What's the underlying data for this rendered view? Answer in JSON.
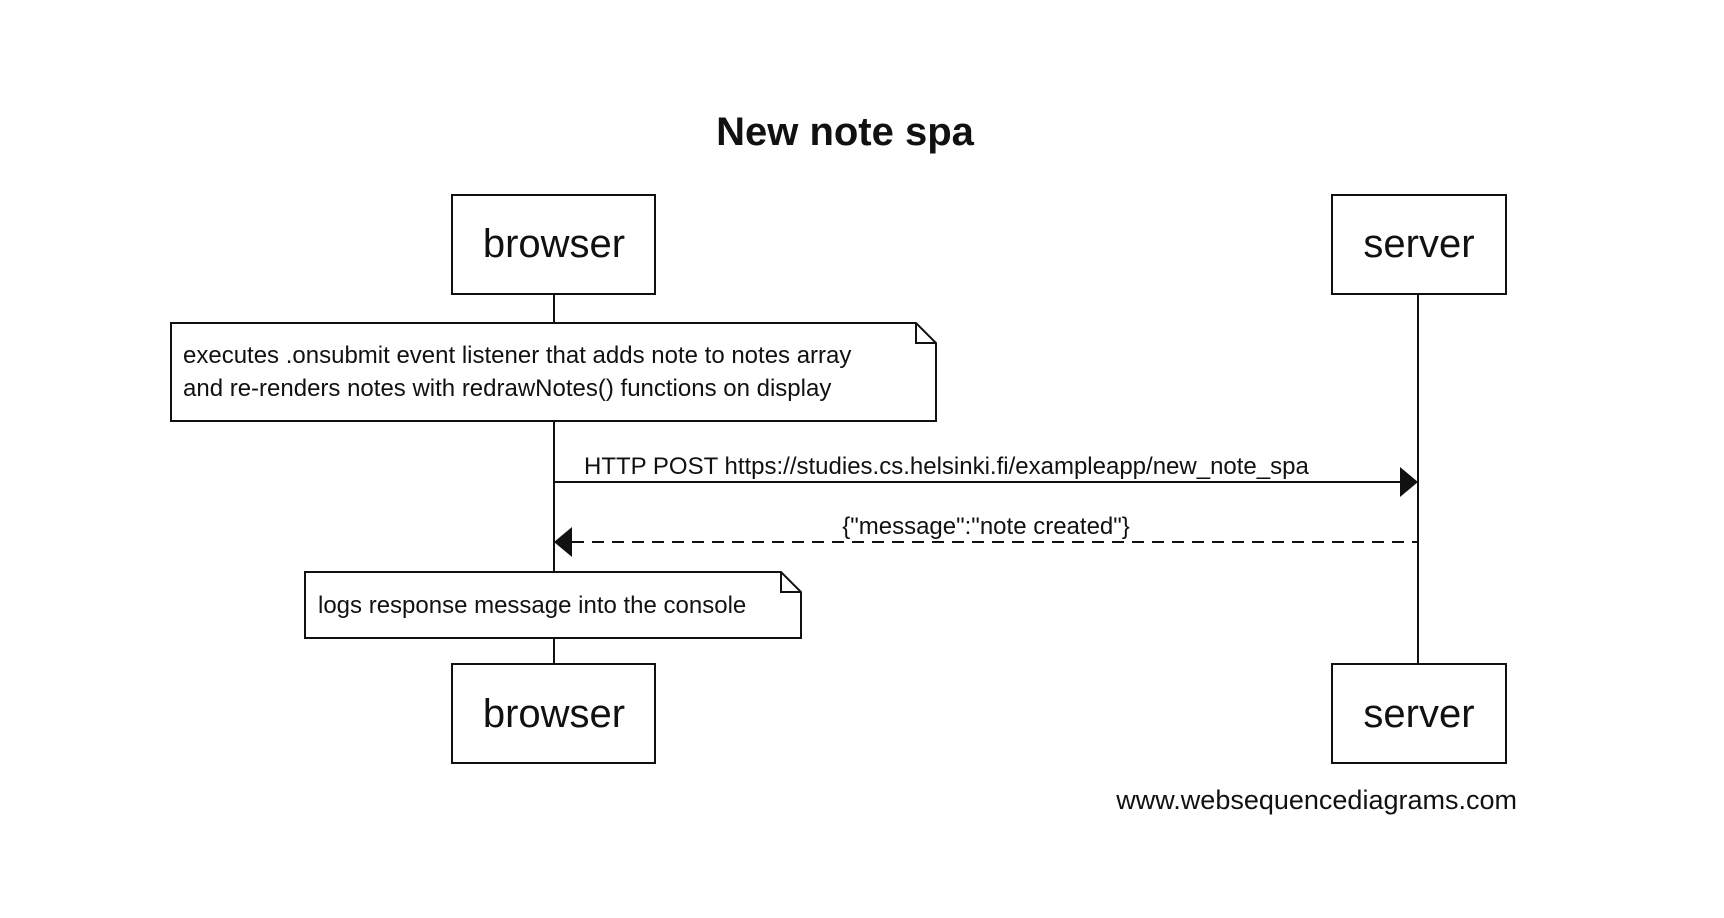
{
  "title": "New note spa",
  "participants": {
    "browser": "browser",
    "server": "server"
  },
  "notes": [
    {
      "line1": "executes .onsubmit event listener that adds note to notes array",
      "line2": "and re-renders notes with redrawNotes() functions on display"
    },
    {
      "line1": "logs response message into the console"
    }
  ],
  "messages": [
    {
      "from": "browser",
      "to": "server",
      "style": "solid",
      "label": "HTTP POST https://studies.cs.helsinki.fi/exampleapp/new_note_spa"
    },
    {
      "from": "server",
      "to": "browser",
      "style": "dashed",
      "label": "{\"message\":\"note created\"}"
    }
  ],
  "watermark": "www.websequencediagrams.com"
}
